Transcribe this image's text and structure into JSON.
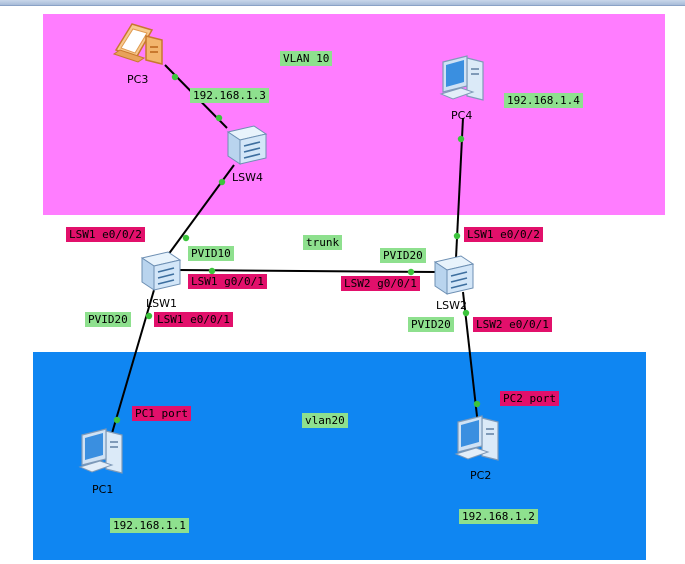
{
  "zones": {
    "vlan10": "VLAN 10",
    "vlan20": "vlan20"
  },
  "trunk_label": "trunk",
  "devices": {
    "pc3": "PC3",
    "pc4": "PC4",
    "lsw4": "LSW4",
    "lsw1": "LSW1",
    "lsw2": "LSW2",
    "pc1": "PC1",
    "pc2": "PC2"
  },
  "ip": {
    "pc3": "192.168.1.3",
    "pc4": "192.168.1.4",
    "pc1": "192.168.1.1",
    "pc2": "192.168.1.2"
  },
  "ports": {
    "lsw1_e002": "LSW1 e0/0/2",
    "lsw1_g001": "LSW1 g0/0/1",
    "lsw1_e001": "LSW1 e0/0/1",
    "lsw2_g001": "LSW2 g0/0/1",
    "lsw2_e002": "LSW1 e0/0/2",
    "lsw2_e001": "LSW2 e0/0/1",
    "pc1_port": "PC1 port",
    "pc2_port": "PC2 port"
  },
  "pvid": {
    "lsw1_up": "PVID10",
    "lsw1_down": "PVID20",
    "lsw2_up": "PVID20",
    "lsw2_down": "PVID20"
  },
  "colors": {
    "vlan10_zone": "#ff7dff",
    "vlan20_zone": "#0f86f2",
    "label_green": "#8ee08e",
    "label_red": "#e2106b",
    "link_dot": "#3cc43c"
  }
}
